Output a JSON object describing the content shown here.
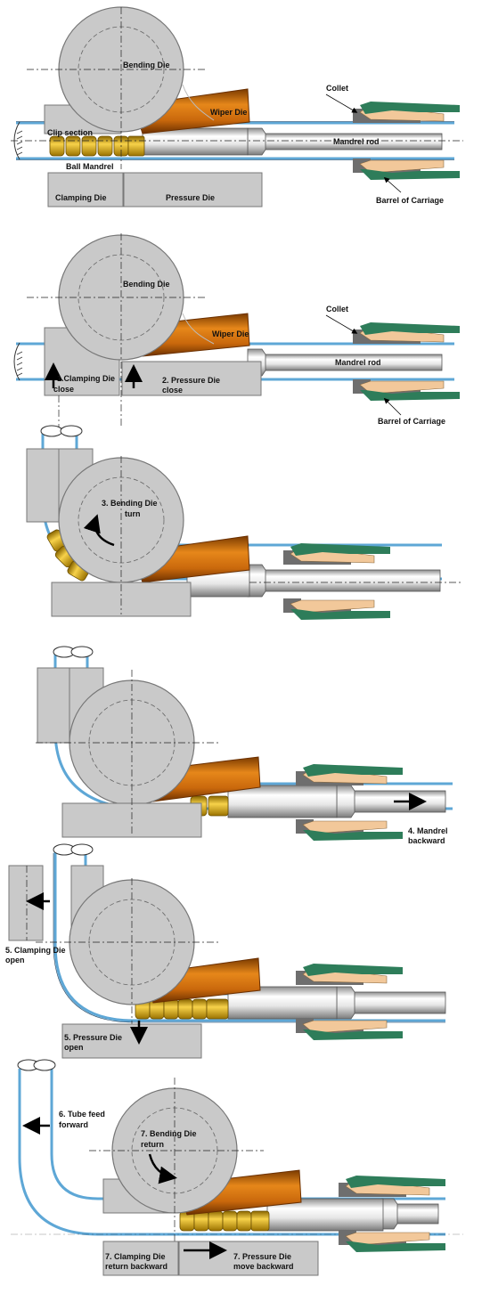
{
  "colors": {
    "die_gray": "#c9c9c9",
    "die_outline": "#777777",
    "wiper_orange": "#d17612",
    "ball_yellow": "#e8b50a",
    "collet_gray": "#6e6e6e",
    "collet_tan": "#f2c89a",
    "barrel_green": "#2e7d5a",
    "tube_blue": "#5ea7d6",
    "arrow": "#000000"
  },
  "steps": [
    {
      "labels": {
        "bending_die": "Bending Die",
        "wiper_die": "Wiper Die",
        "clip_section": "Clip section",
        "ball_mandrel": "Ball Mandrel",
        "clamping_die": "Clamping Die",
        "pressure_die": "Pressure Die",
        "collet": "Collet",
        "mandrel_rod": "Mandrel rod",
        "barrel_of_carriage": "Barrel of Carriage"
      }
    },
    {
      "labels": {
        "bending_die": "Bending Die",
        "wiper_die": "Wiper Die",
        "clamping_close_1": "1.Clamping Die",
        "clamping_close_2": "close",
        "pressure_close_1": "2. Pressure Die",
        "pressure_close_2": "close",
        "collet": "Collet",
        "mandrel_rod": "Mandrel rod",
        "barrel_of_carriage": "Barrel of Carriage"
      }
    },
    {
      "labels": {
        "bend_turn_1": "3. Bending Die",
        "bend_turn_2": "turn"
      }
    },
    {
      "labels": {
        "mandrel_back_1": "4. Mandrel",
        "mandrel_back_2": "backward"
      }
    },
    {
      "labels": {
        "clamp_open_1": "5. Clamping Die",
        "clamp_open_2": "open",
        "pressure_open_1": "5. Pressure Die",
        "pressure_open_2": "open"
      }
    },
    {
      "labels": {
        "tube_feed_1": "6. Tube feed",
        "tube_feed_2": "forward",
        "bend_return_1": "7. Bending Die",
        "bend_return_2": "return",
        "clamp_return_1": "7. Clamping Die",
        "clamp_return_2": "return backward",
        "pressure_move_1": "7. Pressure Die",
        "pressure_move_2": "move backward"
      }
    }
  ]
}
